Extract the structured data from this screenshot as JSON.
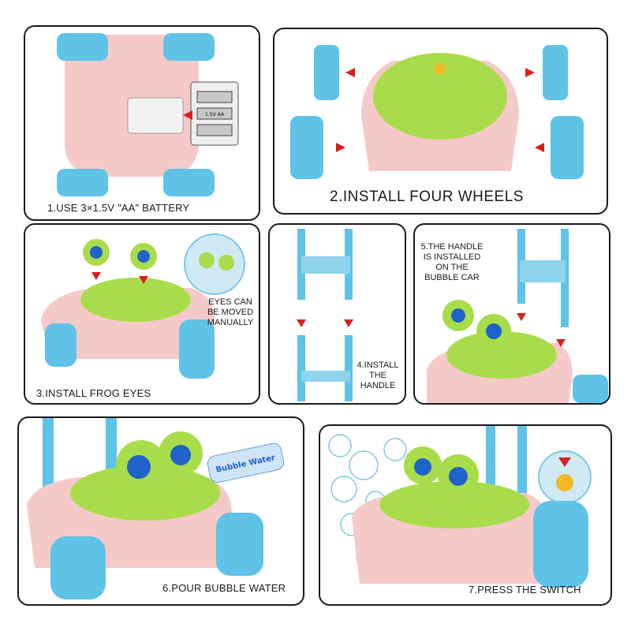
{
  "steps": [
    {
      "caption": "1.USE 3×1.5V \"AA\" BATTERY"
    },
    {
      "caption": "2.INSTALL FOUR WHEELS"
    },
    {
      "caption": "3.INSTALL FROG EYES",
      "note": [
        "EYES CAN",
        "BE MOVED",
        "MANUALLY"
      ]
    },
    {
      "caption_lines": [
        "4.INSTALL",
        "THE",
        "HANDLE"
      ]
    },
    {
      "caption_lines": [
        "5.THE HANDLE",
        "IS INSTALLED",
        "ON THE",
        "BUBBLE CAR"
      ]
    },
    {
      "caption": "6.POUR BUBBLE WATER"
    },
    {
      "caption": "7.PRESS THE SWITCH"
    }
  ],
  "battery_label": "1.5V AA",
  "bottle_label": "Bubble Water",
  "colors": {
    "pink_body": "#f6c9c9",
    "frog_green": "#a9dc4a",
    "wheel_blue": "#5ec3e6",
    "arrow_red": "#d62020",
    "eye_blue": "#1e63c8",
    "switch_yellow": "#f3b823"
  }
}
